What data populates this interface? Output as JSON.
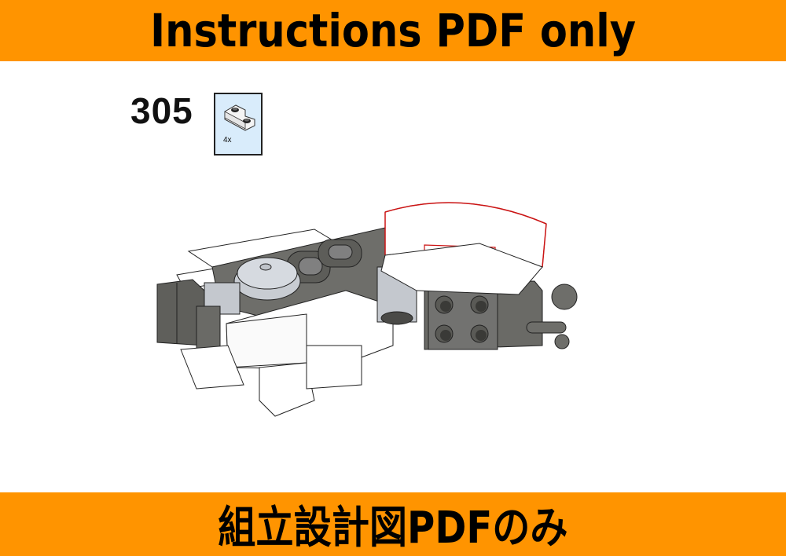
{
  "header": {
    "title": "Instructions PDF only",
    "background_color": "#ff9400"
  },
  "step": {
    "number": "305",
    "parts": [
      {
        "icon": "inverted-slope-plate-1x2-white",
        "quantity": "4x",
        "box_color": "#d9ecfb"
      }
    ]
  },
  "illustration": {
    "description": "Isometric render of partially built brick model assembly (white, light gray, dark gray parts) with red-outlined curved white slope"
  },
  "footer": {
    "title": "組立設計図PDFのみ",
    "background_color": "#ff9400"
  }
}
